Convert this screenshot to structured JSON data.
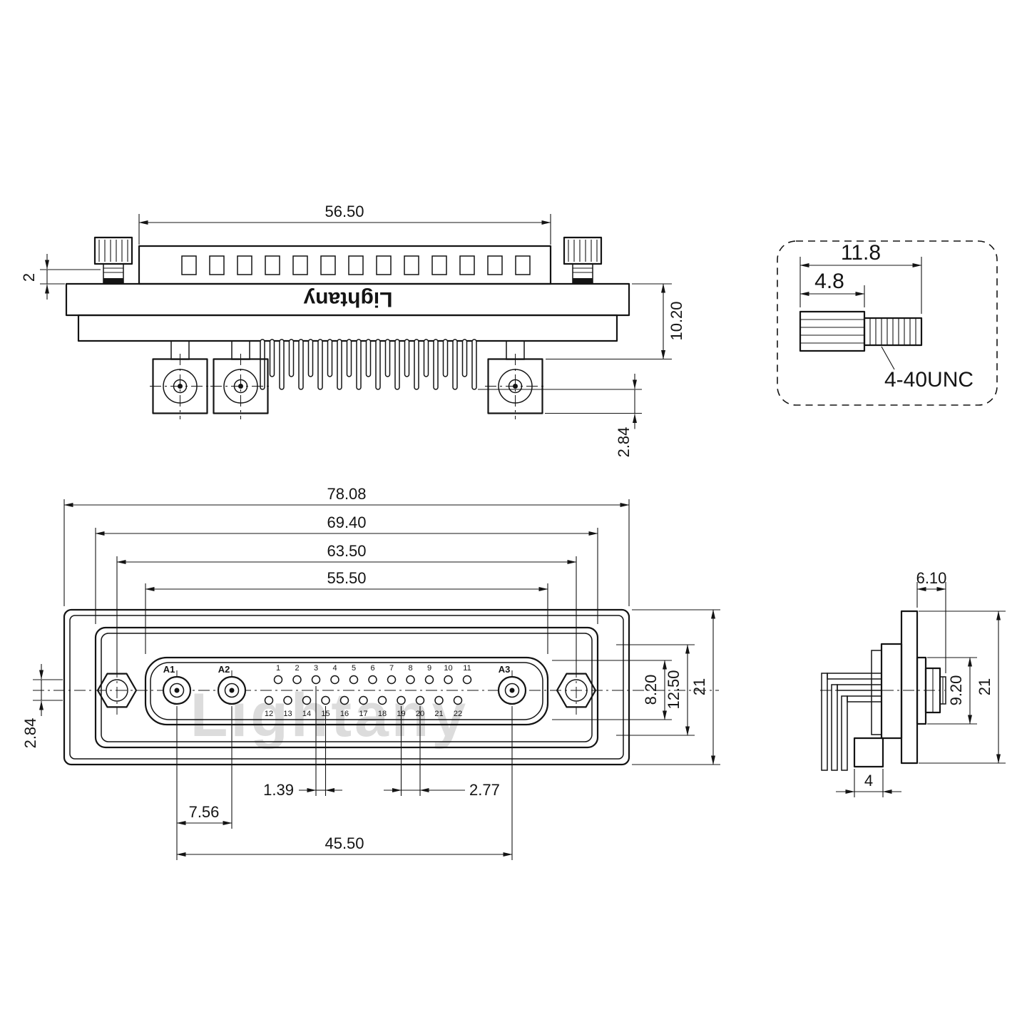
{
  "brand": "Lightany",
  "top_view": {
    "dim_width": "56.50",
    "dim_lip": "2",
    "dim_height": "10.20",
    "dim_pin_offset": "2.84"
  },
  "screw_detail": {
    "dim_total_length": "11.8",
    "dim_head_length": "4.8",
    "thread_spec": "4-40UNC"
  },
  "front_view": {
    "watermark": "Lightany",
    "dim_overall_width": "78.08",
    "dim_flange_width": "69.40",
    "dim_hole_spacing": "63.50",
    "dim_shell_width": "55.50",
    "dim_row_offset": "2.84",
    "dim_opening_height": "8.20",
    "dim_mid_height": "12.50",
    "dim_total_height": "21",
    "dim_half_pitch": "1.39",
    "dim_pin_pitch": "2.77",
    "dim_coax_pitch": "7.56",
    "dim_coax_span": "45.50",
    "coax_labels": [
      "A1",
      "A2",
      "A3"
    ],
    "pins_top": [
      "1",
      "2",
      "3",
      "4",
      "5",
      "6",
      "7",
      "8",
      "9",
      "10",
      "11"
    ],
    "pins_bottom": [
      "12",
      "13",
      "14",
      "15",
      "16",
      "17",
      "18",
      "19",
      "20",
      "21",
      "22"
    ]
  },
  "side_view": {
    "dim_nut_width": "6.10",
    "dim_thread_height": "9.20",
    "dim_total_height": "21",
    "dim_standoff": "4"
  }
}
